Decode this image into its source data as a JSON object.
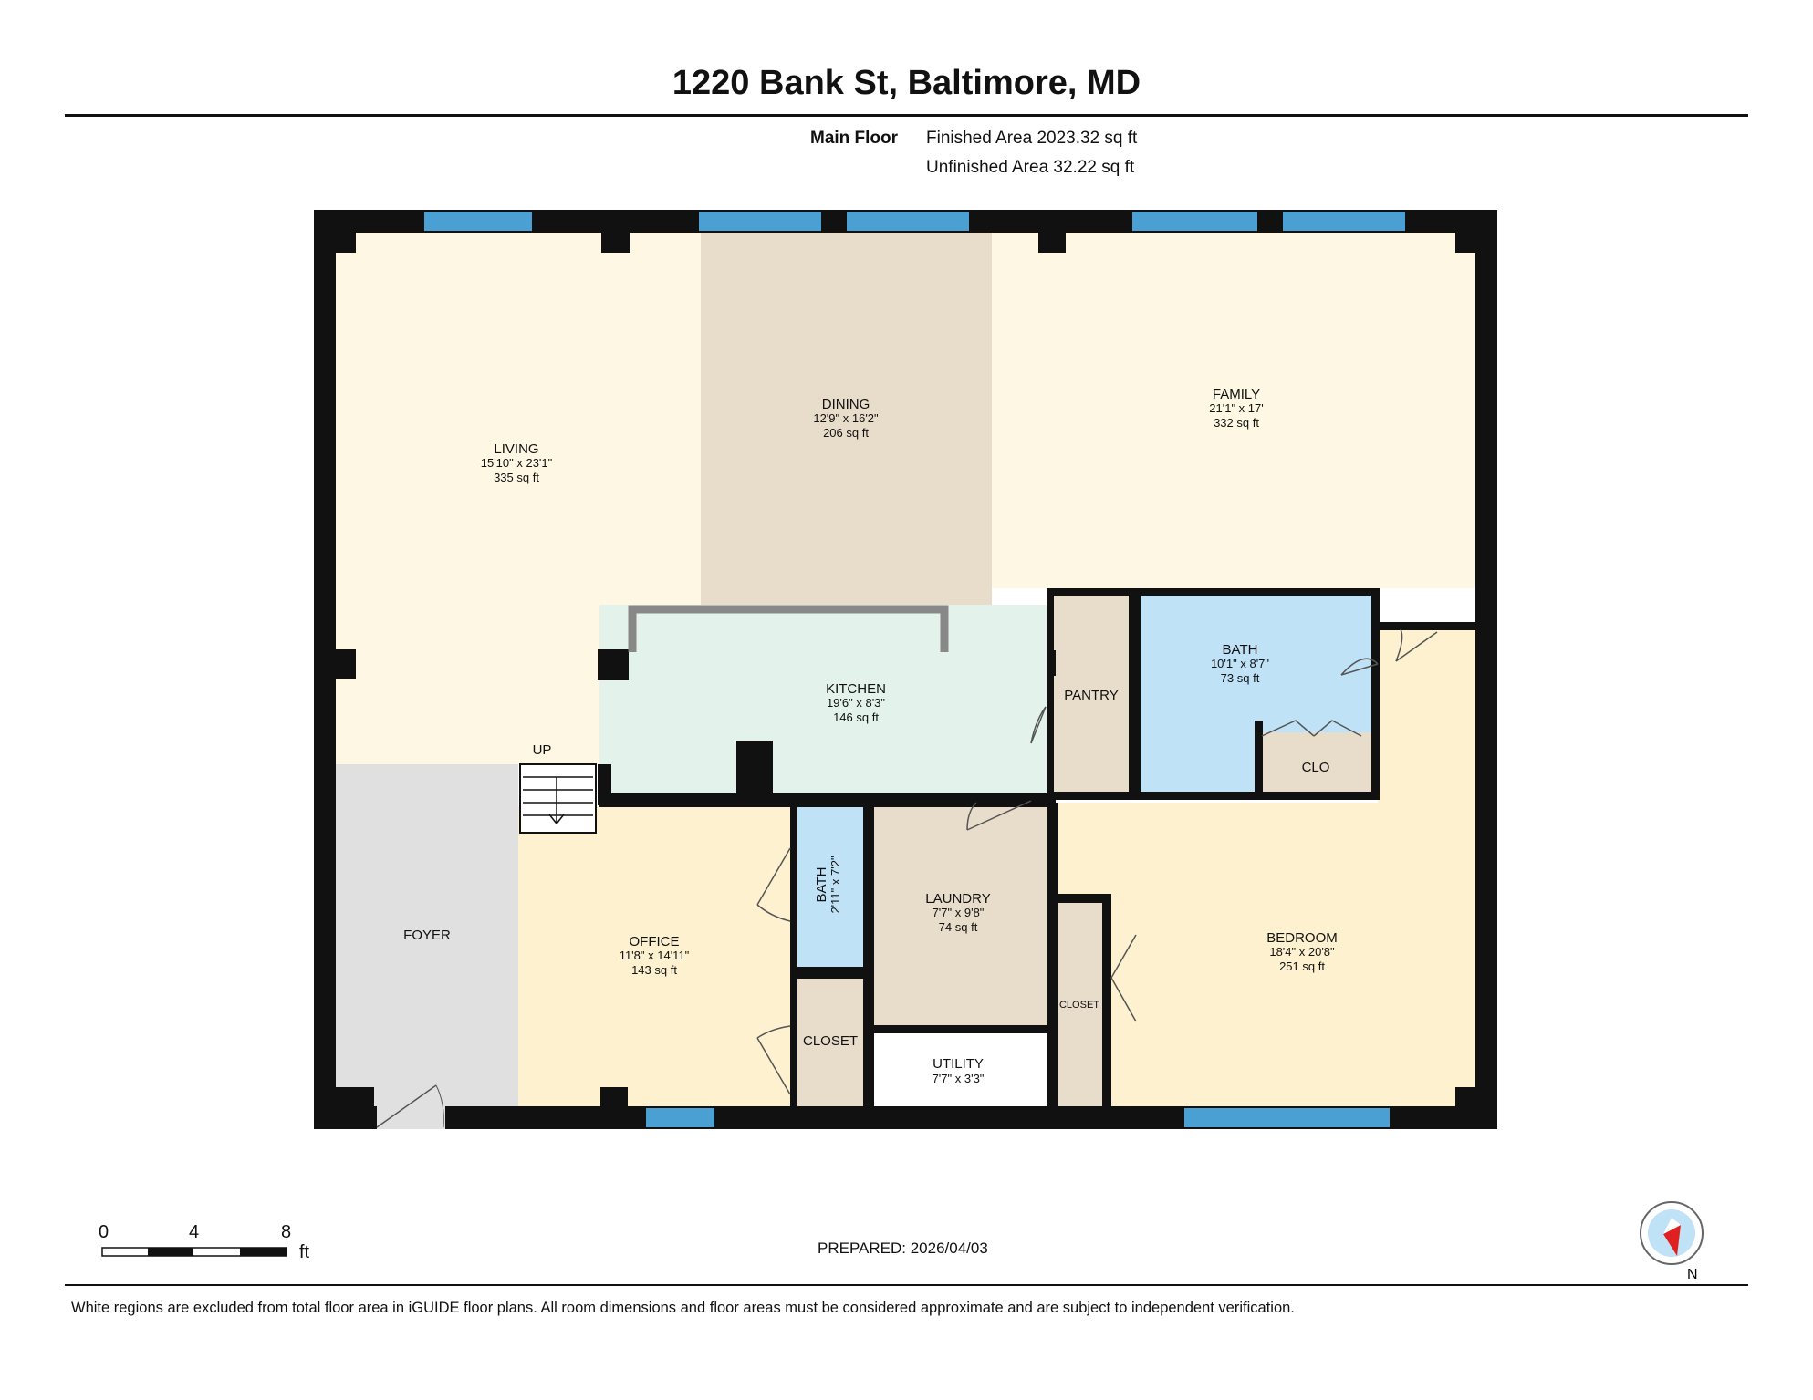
{
  "header": {
    "title": "1220 Bank St, Baltimore, MD",
    "floor_label": "Main Floor",
    "finished_area": "Finished Area 2023.32 sq ft",
    "unfinished_area": "Unfinished Area 32.22 sq ft"
  },
  "rooms": {
    "living": {
      "name": "LIVING",
      "dims": "15'10\" x 23'1\"",
      "area": "335 sq ft"
    },
    "dining": {
      "name": "DINING",
      "dims": "12'9\" x 16'2\"",
      "area": "206 sq ft"
    },
    "family": {
      "name": "FAMILY",
      "dims": "21'1\" x 17'",
      "area": "332 sq ft"
    },
    "kitchen": {
      "name": "KITCHEN",
      "dims": "19'6\" x 8'3\"",
      "area": "146 sq ft"
    },
    "pantry": {
      "name": "PANTRY"
    },
    "bath_main": {
      "name": "BATH",
      "dims": "10'1\" x 8'7\"",
      "area": "73 sq ft"
    },
    "clo": {
      "name": "CLO"
    },
    "foyer": {
      "name": "FOYER"
    },
    "office": {
      "name": "OFFICE",
      "dims": "11'8\" x 14'11\"",
      "area": "143 sq ft"
    },
    "bath_small": {
      "name": "BATH",
      "dims": "2'11\" x 7'2\""
    },
    "laundry": {
      "name": "LAUNDRY",
      "dims": "7'7\" x 9'8\"",
      "area": "74 sq ft"
    },
    "closet_office": {
      "name": "CLOSET"
    },
    "utility": {
      "name": "UTILITY",
      "dims": "7'7\" x 3'3\""
    },
    "closet_bedroom": {
      "name": "CLOSET"
    },
    "bedroom": {
      "name": "BEDROOM",
      "dims": "18'4\" x 20'8\"",
      "area": "251 sq ft"
    }
  },
  "stairs_label": "UP",
  "scale": {
    "labels": [
      "0",
      "4",
      "8"
    ],
    "unit": "ft"
  },
  "compass": {
    "label": "N",
    "icon": "compass-icon"
  },
  "footer": {
    "prepared": "PREPARED: 2026/04/03",
    "disclaimer": "White regions are excluded from total floor area in iGUIDE floor plans. All room dimensions and floor areas must be considered approximate and are subject to independent verification."
  },
  "colors": {
    "wall": "#111111",
    "window": "#4a9fd3",
    "living": "#fdf7e4",
    "dining": "#e8dccb",
    "family": "#fdf7e4",
    "kitchen": "#e3f3ec",
    "pantry": "#e8dccb",
    "bath": "#bfe2f7",
    "foyer": "#e0e0e0",
    "office": "#fdf1cf",
    "laundry": "#e8dccb",
    "bedroom": "#fdf1cf",
    "utility": "#ffffff"
  }
}
